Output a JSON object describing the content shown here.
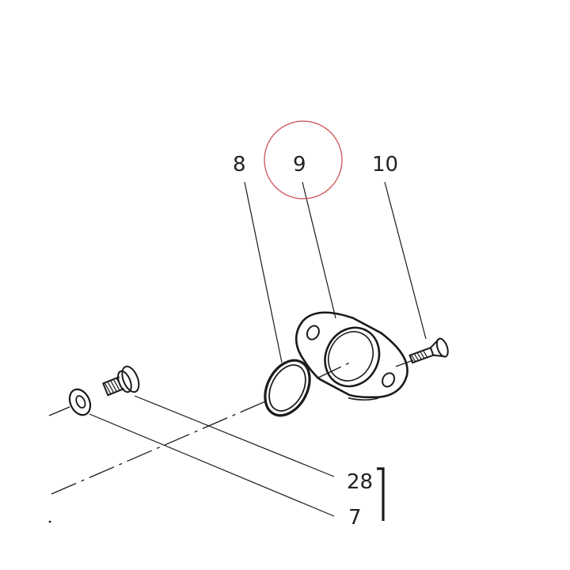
{
  "callouts": {
    "c8": "8",
    "c9": "9",
    "c10": "10",
    "c28": "28",
    "c7": "7"
  },
  "colors": {
    "ink": "#1a1a1a",
    "highlight_circle": "#c8454a",
    "background": "#ffffff"
  }
}
